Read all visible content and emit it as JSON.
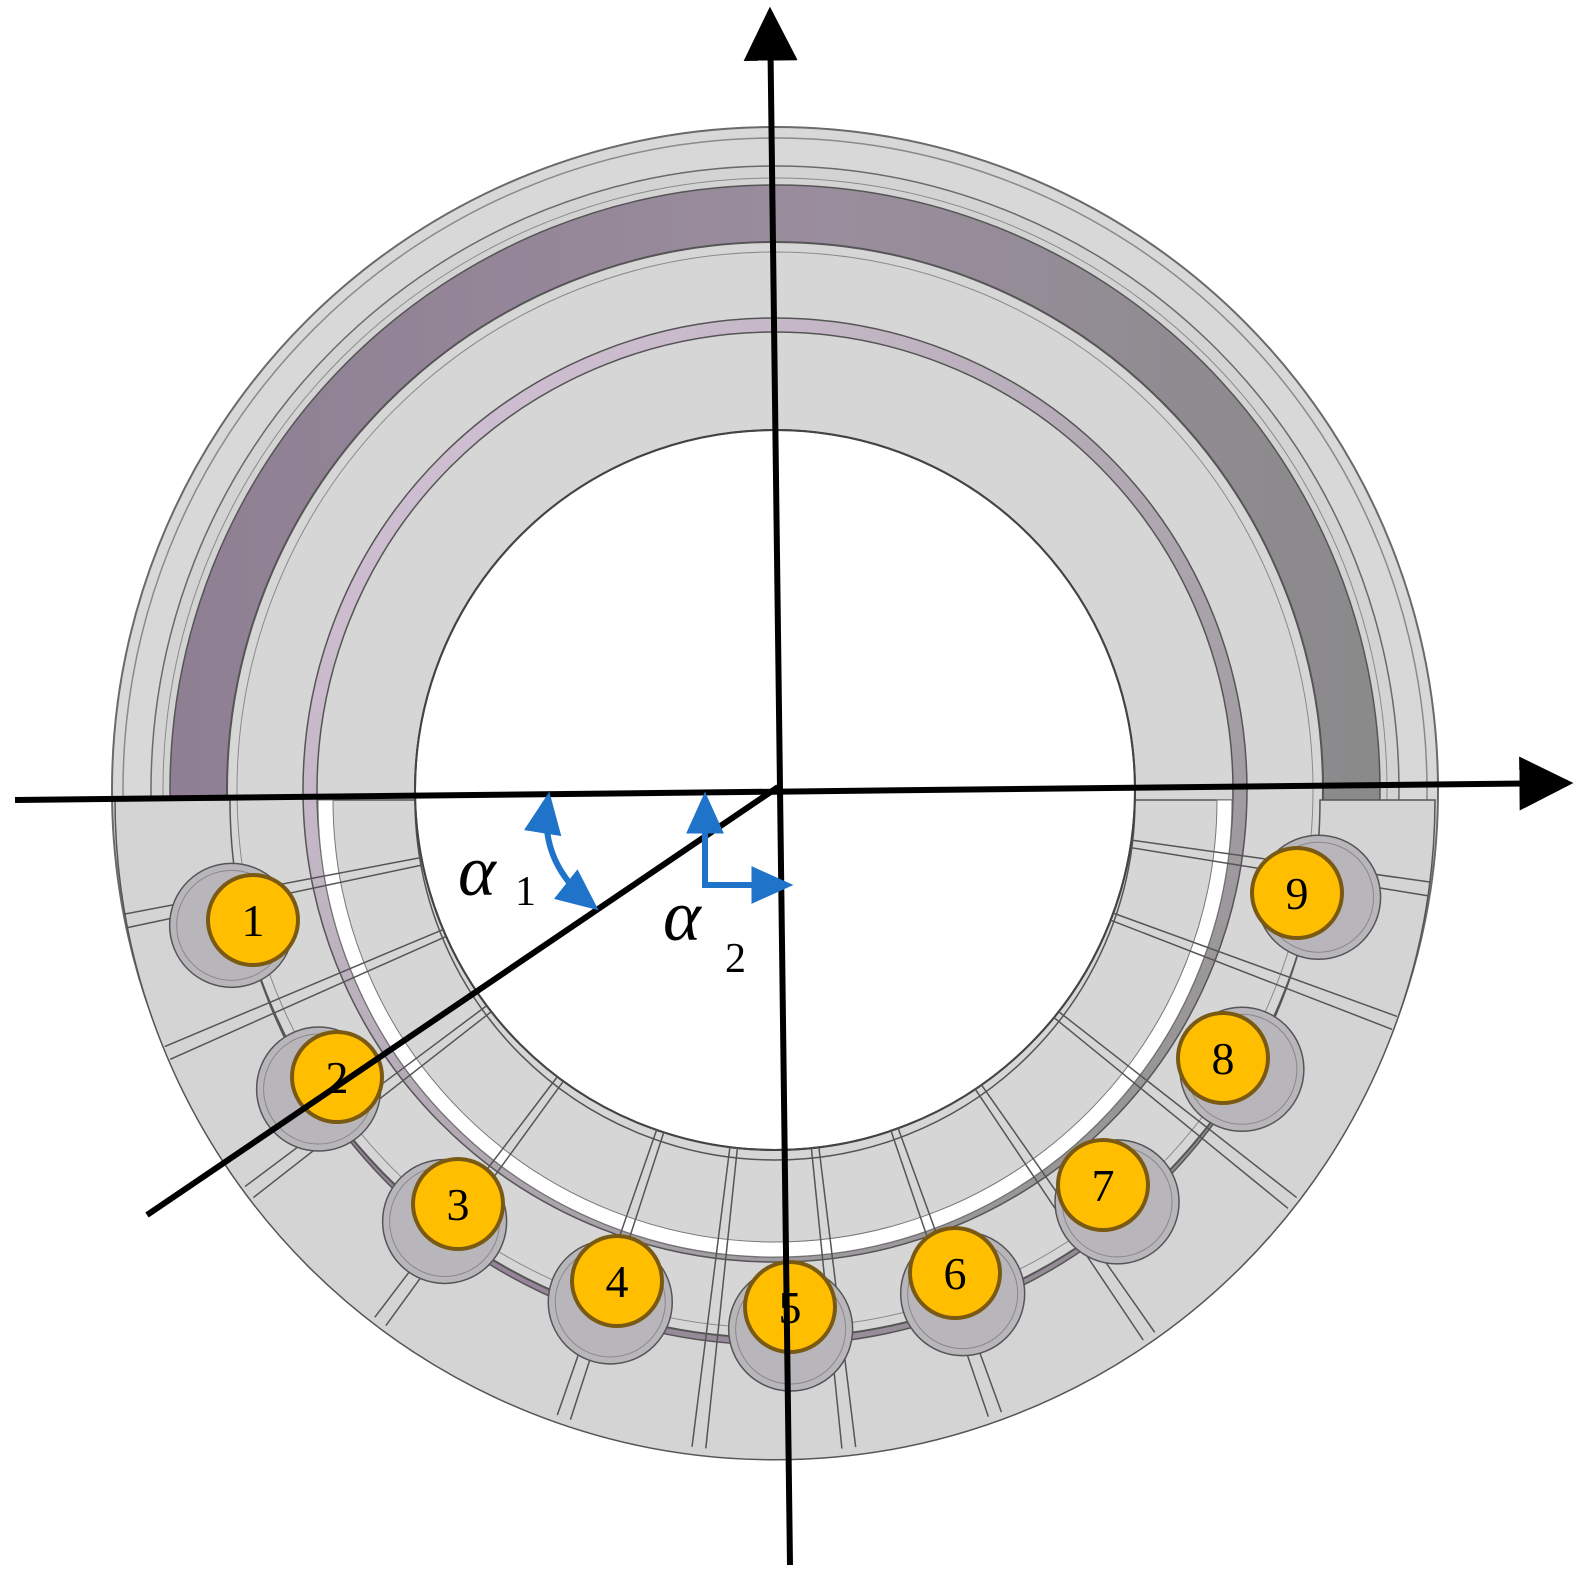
{
  "diagram": {
    "colors": {
      "ring_fill": "#d6d6d6",
      "ring_edge": "#6a6a6a",
      "groove_left": "#8e7f92",
      "groove_right": "#8c8c8c",
      "pocket_fill": "#b9b6bb",
      "ball_fill": "#ffbf00",
      "ball_edge": "#7a5a12",
      "axis": "#000000",
      "angle_arrow": "#1f73c8"
    },
    "rolling_elements": [
      {
        "label": "1"
      },
      {
        "label": "2"
      },
      {
        "label": "3"
      },
      {
        "label": "4"
      },
      {
        "label": "5"
      },
      {
        "label": "6"
      },
      {
        "label": "7"
      },
      {
        "label": "8"
      },
      {
        "label": "9"
      }
    ],
    "angles": {
      "alpha1": {
        "symbol": "α",
        "subscript": "1"
      },
      "alpha2": {
        "symbol": "α",
        "subscript": "2"
      }
    }
  }
}
